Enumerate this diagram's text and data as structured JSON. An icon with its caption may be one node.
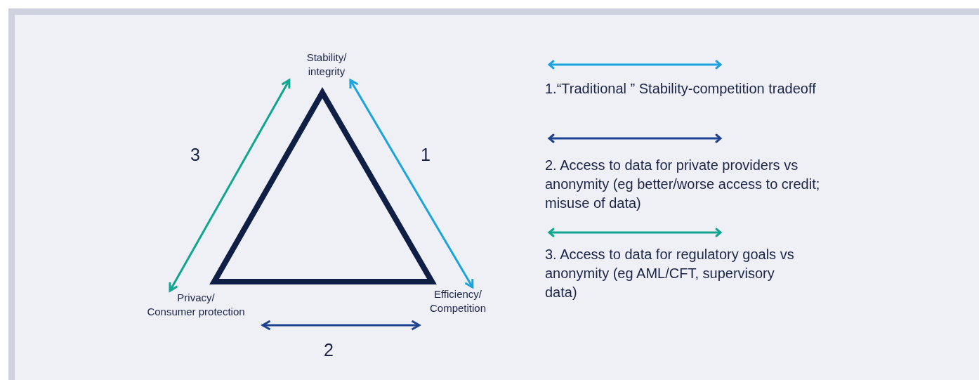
{
  "diagram": {
    "nodes": [
      {
        "text": [
          "Stability/ integrity"
        ]
      },
      {
        "text": [
          "Privacy/ Consumer protection"
        ]
      },
      {
        "text": [
          "Efficiency/ Competition"
        ]
      }
    ],
    "edges": [
      {
        "from": 0,
        "to": 2,
        "arrow": "both",
        "label": "1",
        "color": "#1ba3e0"
      },
      {
        "from": 1,
        "to": 2,
        "arrow": "both",
        "label": "2",
        "color": "#1f4393"
      },
      {
        "from": 1,
        "to": 0,
        "arrow": "both",
        "label": "3",
        "color": "#10a58e"
      }
    ],
    "legend": [
      {
        "text": "1.“Traditional ” Stability-competition tradeoff",
        "color": "#1ba3e0"
      },
      {
        "text": "2. Access to data for private providers vs anonymity (eg better/worse access to credit; misuse of data)",
        "color": "#1f4393"
      },
      {
        "text": "3. Access to data for regulatory goals vs anonymity (eg AML/CFT, supervisory data)",
        "color": "#10a58e"
      }
    ]
  }
}
